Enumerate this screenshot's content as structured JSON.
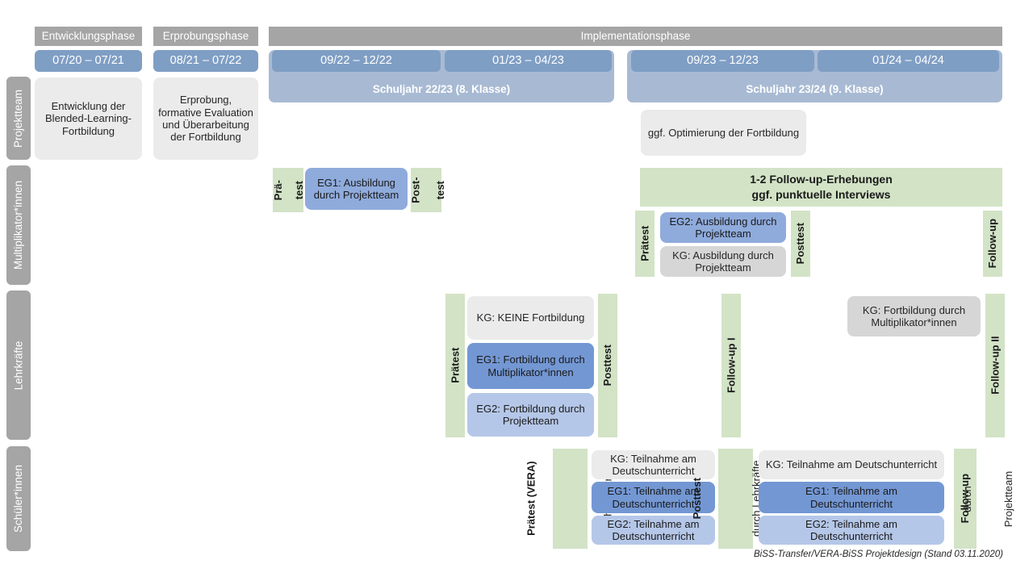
{
  "document": {
    "title": "BiSS-Transfer/VERA-BiSS Projektdesign",
    "footer": "BiSS-Transfer/VERA-BiSS Projektdesign (Stand 03.11.2020)"
  },
  "colors": {
    "gray_banner": "#a5a5a5",
    "period_pill": "#7f9ec4",
    "year_band": "#a8bad3",
    "card_gray": "#ebebeb",
    "card_gray_dark": "#d6d6d6",
    "blue_dark": "#7397d3",
    "blue_mid": "#8fabdc",
    "blue_light": "#b5c7e8",
    "green": "#d2e3c6"
  },
  "phases": [
    {
      "label": "Entwicklungsphase"
    },
    {
      "label": "Erprobungsphase"
    },
    {
      "label": "Implementationsphase"
    }
  ],
  "periods": [
    {
      "label": "07/20 – 07/21"
    },
    {
      "label": "08/21 – 07/22"
    },
    {
      "label": "09/22 – 12/22"
    },
    {
      "label": "01/23 – 04/23"
    },
    {
      "label": "09/23 – 12/23"
    },
    {
      "label": "01/24 – 04/24"
    }
  ],
  "school_years": [
    {
      "label": "Schuljahr 22/23 (8. Klasse)"
    },
    {
      "label": "Schuljahr 23/24 (9. Klasse)"
    }
  ],
  "roles": [
    {
      "label": "Projektteam"
    },
    {
      "label": "Multiplikator*innen"
    },
    {
      "label": "Lehrkräfte"
    },
    {
      "label": "Schüler*innen"
    }
  ],
  "projektteam": {
    "entwicklung": "Entwicklung der Blended-Learning-Fortbildung",
    "erprobung": "Erprobung, formative Evaluation und Überarbeitung der Fortbildung",
    "optimierung": "ggf. Optimierung der Fortbildung"
  },
  "multiplikatoren": {
    "praetest_line1": "Prä-",
    "praetest_line2": "test",
    "posttest_line1": "Post-",
    "posttest_line2": "test",
    "eg1_card": "EG1: Ausbildung durch Projektteam",
    "followup_banner_line1": "1-2 Follow-up-Erhebungen",
    "followup_banner_line2": "ggf. punktuelle Interviews",
    "praetest2": "Prätest",
    "posttest2": "Posttest",
    "followup": "Follow-up",
    "eg2_card": "EG2:  Ausbildung durch Projektteam",
    "kg_card": "KG: Ausbildung durch Projektteam"
  },
  "lehrkraefte": {
    "praetest": "Prätest",
    "posttest": "Posttest",
    "followup1": "Follow-up I",
    "followup2": "Follow-up II",
    "kg_keine": "KG:  KEINE Fortbildung",
    "eg1": "EG1: Fortbildung durch Multiplikator*innen",
    "eg2": "EG2: Fortbildung durch Projektteam",
    "kg_fortbildung": "KG: Fortbildung durch Multiplikator*innen"
  },
  "schueler": {
    "praetest_bold": "Prätest (VERA)",
    "praetest_sub": "durch Lehrkräfte",
    "posttest_bold": "Posttest",
    "posttest_sub": "durch Lehrkräfte",
    "followup_bold": "Follow-up",
    "followup_sub1": "durch",
    "followup_sub2": "Projektteam",
    "left_group": [
      {
        "label": "KG: Teilnahme am Deutschunterricht",
        "style": "gray"
      },
      {
        "label": "EG1: Teilnahme am Deutschunterricht",
        "style": "blue-dark"
      },
      {
        "label": "EG2: Teilnahme am Deutschunterricht",
        "style": "blue-light"
      }
    ],
    "right_group": [
      {
        "label": "KG: Teilnahme am Deutschunterricht",
        "style": "gray"
      },
      {
        "label": "EG1: Teilnahme am Deutschunterricht",
        "style": "blue-dark"
      },
      {
        "label": "EG2: Teilnahme am Deutschunterricht",
        "style": "blue-light"
      }
    ]
  }
}
